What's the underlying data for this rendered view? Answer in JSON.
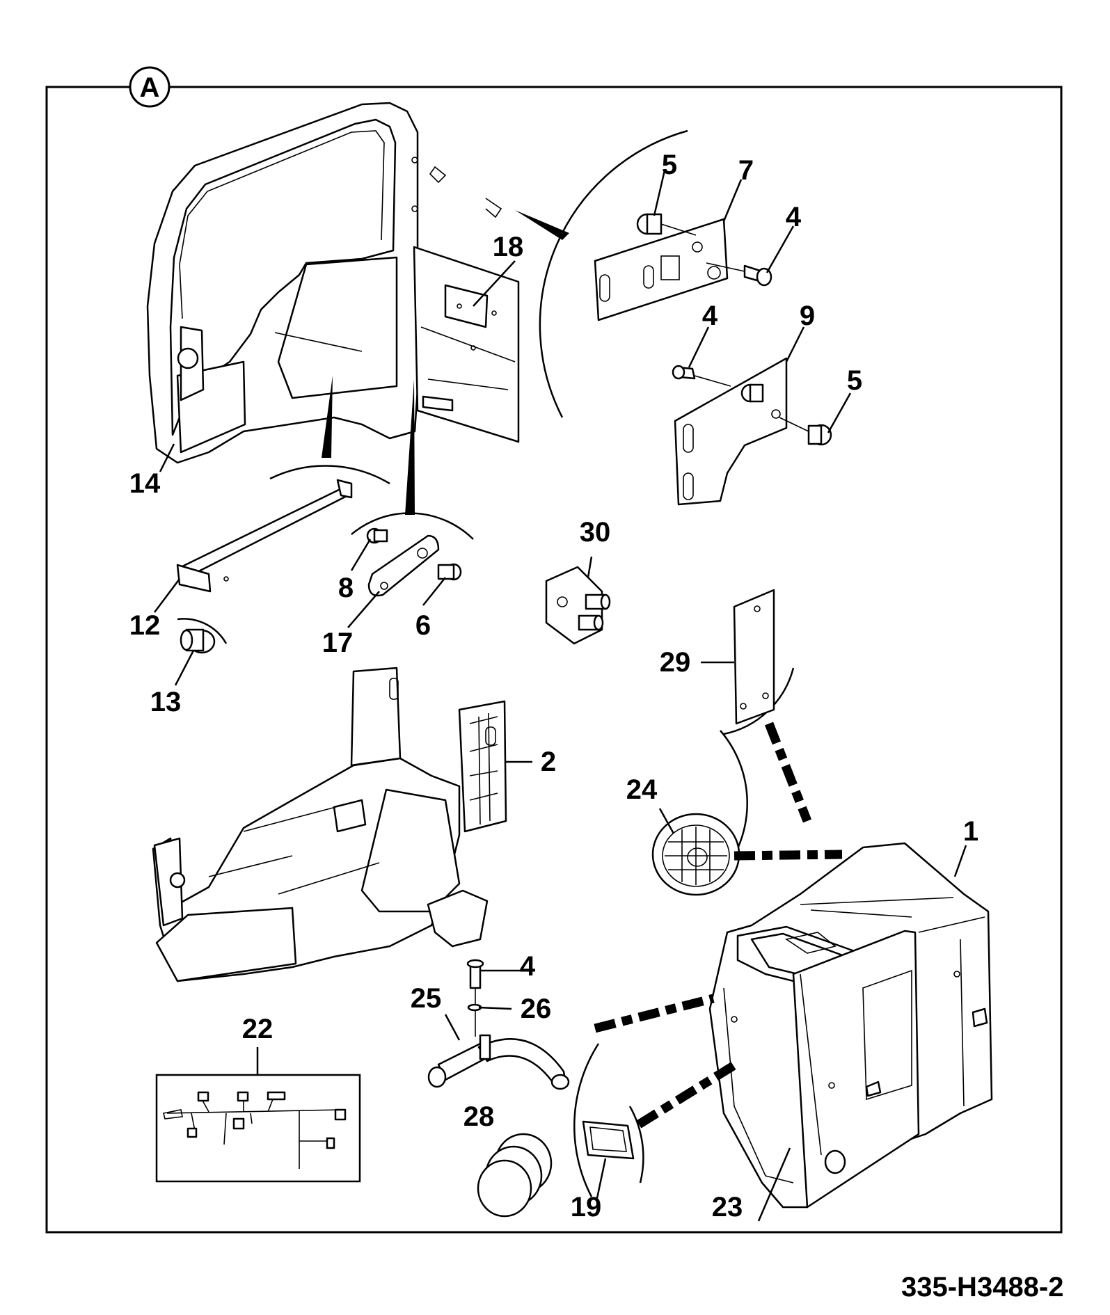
{
  "view_label": "A",
  "drawing_number": "335-H3488-2",
  "callouts": {
    "c1": "1",
    "c2": "2",
    "c4a": "4",
    "c4b": "4",
    "c4c": "4",
    "c5a": "5",
    "c5b": "5",
    "c6": "6",
    "c7": "7",
    "c8": "8",
    "c9": "9",
    "c12": "12",
    "c13": "13",
    "c14": "14",
    "c17": "17",
    "c18": "18",
    "c19": "19",
    "c22": "22",
    "c23": "23",
    "c24": "24",
    "c25": "25",
    "c26": "26",
    "c28": "28",
    "c29": "29",
    "c30": "30"
  }
}
